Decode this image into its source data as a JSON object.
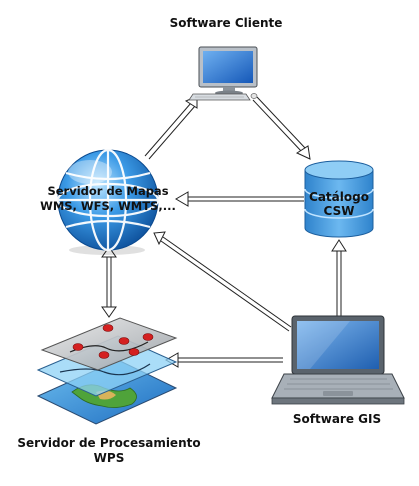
{
  "nodes": {
    "client": {
      "label": "Software Cliente"
    },
    "map_server": {
      "label_line1": "Servidor de Mapas",
      "label_line2": "WMS, WFS, WMTS,..."
    },
    "catalog": {
      "label_line1": "Catálogo",
      "label_line2": "CSW"
    },
    "gis": {
      "label": "Software GIS"
    },
    "processing": {
      "label_line1": "Servidor de Procesamiento",
      "label_line2": "WPS"
    }
  },
  "colors": {
    "globe": "#2f8fd8",
    "cylinder": "#4a9fe0",
    "monitor_screen": "#1e6fd0",
    "laptop_body": "#707a84",
    "map_marker": "#d42020"
  }
}
